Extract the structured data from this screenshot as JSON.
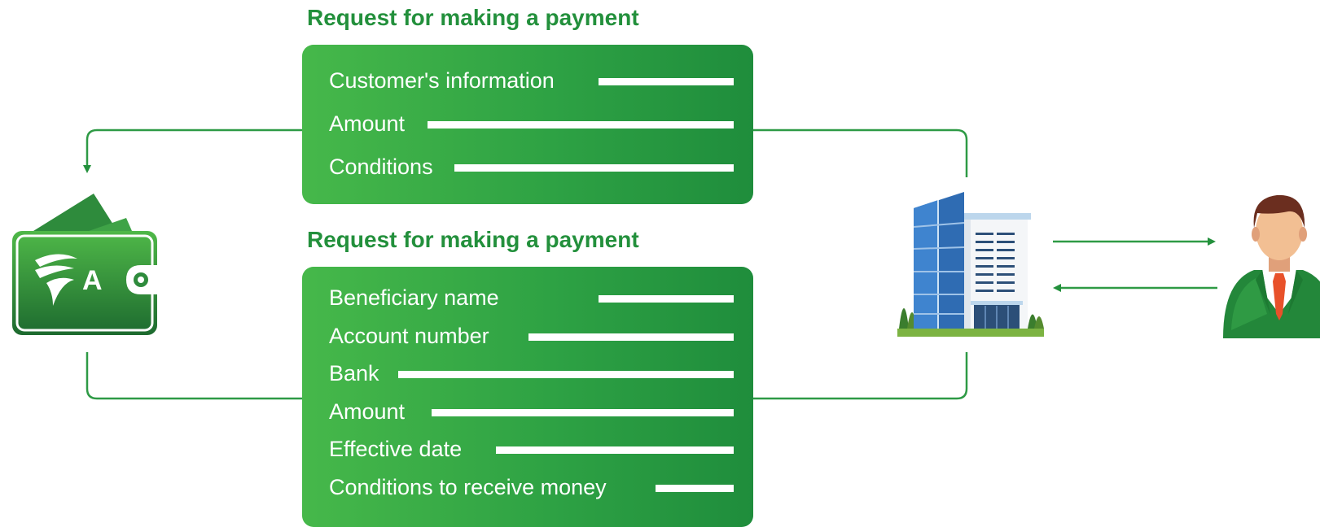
{
  "top_request": {
    "title": "Request for making a payment",
    "fields": [
      "Customer's information",
      "Amount",
      "Conditions"
    ]
  },
  "bottom_request": {
    "title": "Request for making a payment",
    "fields": [
      "Beneficiary name",
      "Account number",
      "Bank",
      "Amount",
      "Effective date",
      "Conditions to receive money"
    ]
  },
  "wallet": {
    "icon": "wallet-icon",
    "letter": "A"
  },
  "colors": {
    "brand_green": "#23903c",
    "card_light": "#46b84a",
    "card_dark": "#1f8d3c"
  }
}
